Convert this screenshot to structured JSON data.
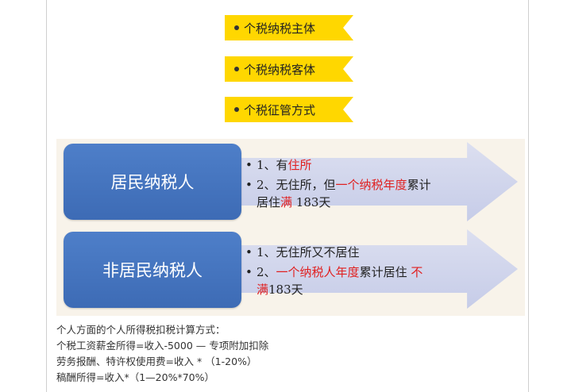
{
  "tags": [
    {
      "label": "个税纳税主体"
    },
    {
      "label": "个税纳税客体"
    },
    {
      "label": "个税征管方式"
    }
  ],
  "resident": {
    "title": "居民纳税人",
    "b1_prefix": "1、有",
    "b1_red": "住所",
    "b2_prefix": "2、无住所，但",
    "b2_red": "一个纳税年度",
    "b2_mid": "累计",
    "b2_line2": "居住",
    "b2_red2": "满",
    "b2_suffix": " 183天"
  },
  "nonresident": {
    "title": "非居民纳税人",
    "b1": "1、无住所又不居住",
    "b2_prefix": "2、",
    "b2_red": "一个纳税人年度",
    "b2_mid": "累计居住 ",
    "b2_red2": "不",
    "b2_red3": "满",
    "b2_suffix": "183天"
  },
  "footer": {
    "line1": "个人方面的个人所得税扣税计算方式：",
    "line2": "个税工资薪金所得=收入-5000 — 专项附加扣除",
    "line3": "劳务报酬、特许权使用费=收入 * （1-20%）",
    "line4": "稿酬所得=收入*（1—20%*70%）"
  },
  "colors": {
    "tag": "#ffd700",
    "box": "#4e7fc9",
    "arrow": "#c6cce8",
    "accent_red": "#e02020",
    "panel": "#f8f3ea"
  }
}
